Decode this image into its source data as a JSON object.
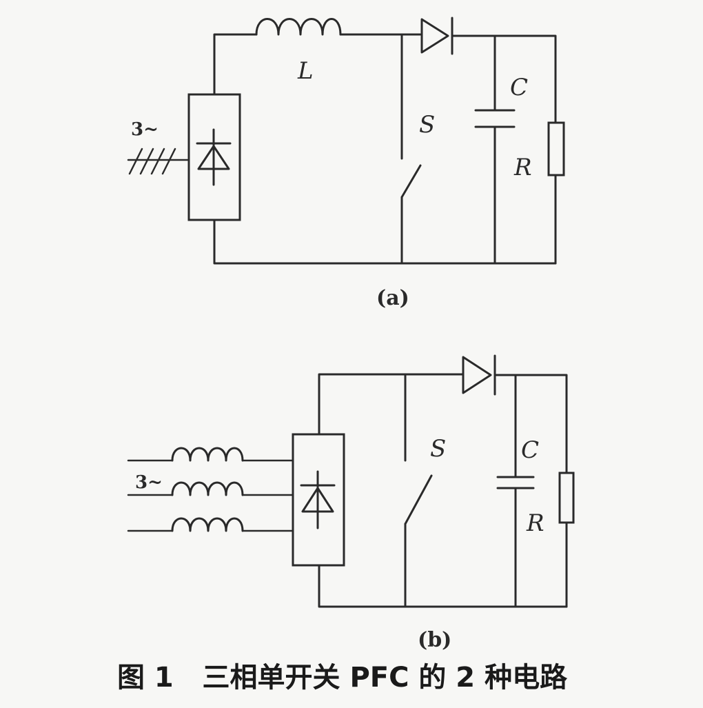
{
  "circuit_a": {
    "label_inductor": "L",
    "label_switch": "S",
    "label_capacitor": "C",
    "label_resistor": "R",
    "label_source": "3~",
    "caption": "(a)"
  },
  "circuit_b": {
    "label_switch": "S",
    "label_capacitor": "C",
    "label_resistor": "R",
    "label_source": "3~",
    "caption": "(b)"
  },
  "figure_caption": "图 1   三相单开关 PFC 的 2 种电路"
}
